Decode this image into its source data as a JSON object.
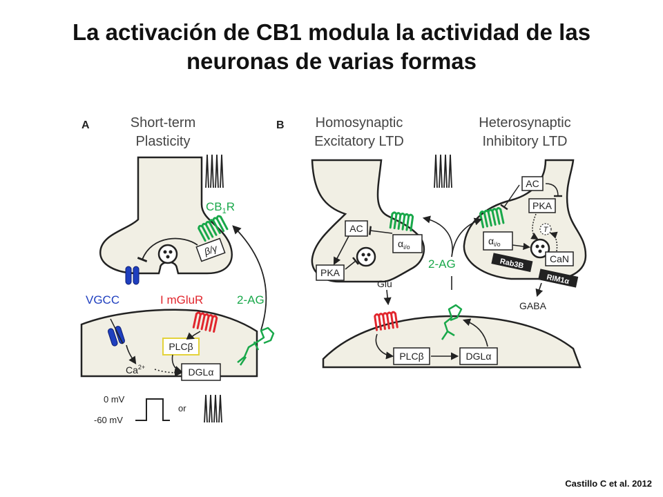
{
  "title": {
    "line1": "La activación de CB1 modula la actividad de las",
    "line2": "neuronas de varias formas"
  },
  "citation": "Castillo C et al. 2012",
  "colors": {
    "green": "#19a84a",
    "red": "#e1262d",
    "blue": "#1f3fbf",
    "cell_fill": "#f1efe4",
    "yellow": "#e3d23a"
  },
  "panel_a": {
    "letter": "A",
    "heading_line1": "Short-term",
    "heading_line2": "Plasticity",
    "cb1r_main": "CB",
    "cb1r_sub": "1",
    "cb1r_end": "R",
    "beta_gamma": "β/γ",
    "vgcc": "VGCC",
    "mglur": "I mGluR",
    "two_ag": "2-AG",
    "plcb": "PLCβ",
    "dgla": "DGLα",
    "ca": "Ca",
    "ca_sup": "2+",
    "mv0": "0 mV",
    "mv60": "-60 mV",
    "or": "or"
  },
  "panel_b": {
    "letter": "B",
    "homo_line1": "Homosynaptic",
    "homo_line2": "Excitatory LTD",
    "hetero_line1": "Heterosynaptic",
    "hetero_line2": "Inhibitory LTD",
    "ac": "AC",
    "pka": "PKA",
    "alpha": "α",
    "alpha_sub": "i/o",
    "two_ag": "2-AG",
    "glu": "Glu",
    "ac2": "AC",
    "pka2": "PKA",
    "t": "T",
    "can": "CaN",
    "rab3b": "Rab3B",
    "rim1a": "RIM1α",
    "gaba": "GABA",
    "plcb": "PLCβ",
    "dgla": "DGLα"
  }
}
